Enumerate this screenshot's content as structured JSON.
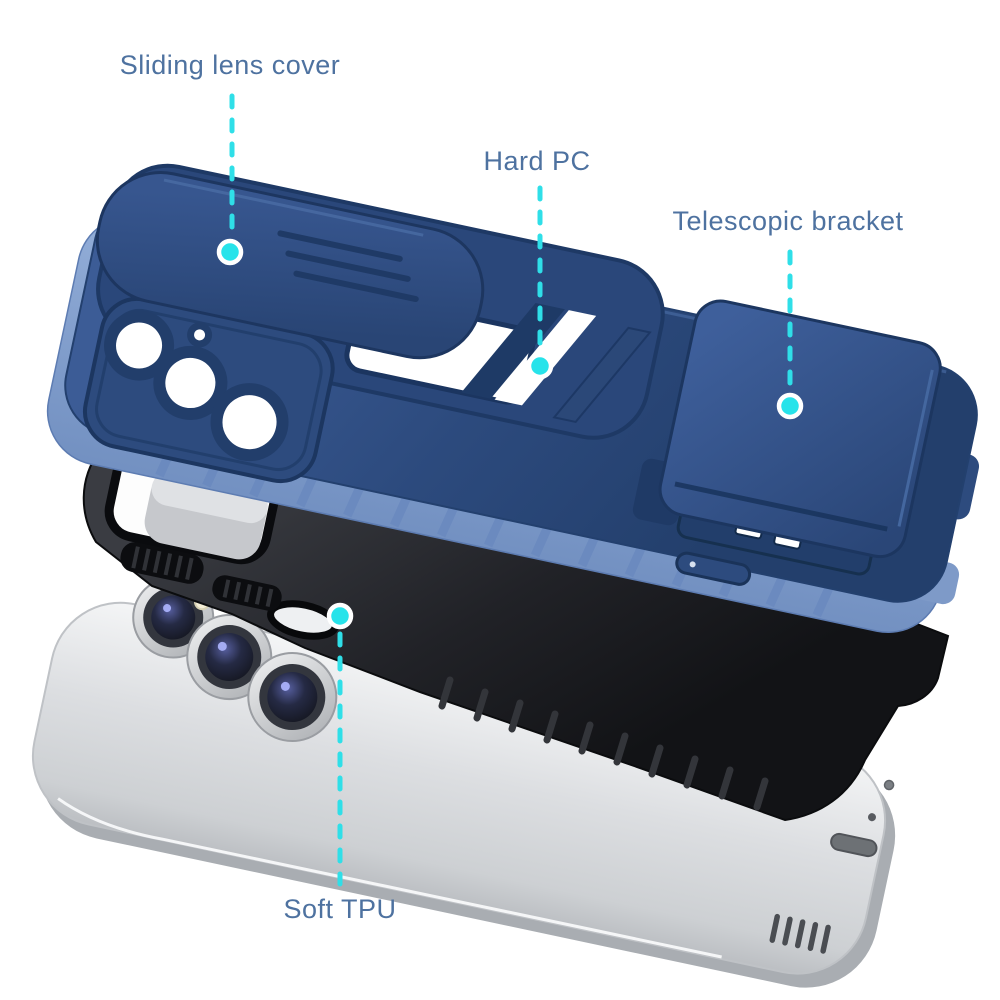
{
  "background_color": "#ffffff",
  "callout_style": {
    "line_color": "#2fdfe8",
    "dot_fill": "#27e3ea",
    "dot_ring": "#ffffff",
    "label_color": "#4e72a0"
  },
  "callouts": [
    {
      "id": "sliding-lens-cover",
      "label": "Sliding lens cover"
    },
    {
      "id": "hard-pc",
      "label": "Hard PC"
    },
    {
      "id": "telescopic-bracket",
      "label": "Telescopic bracket"
    },
    {
      "id": "soft-tpu",
      "label": "Soft TPU"
    }
  ],
  "product_layers": [
    {
      "id": "hard-pc-shell",
      "color": "#2e4c7e",
      "description": "navy hard PC outer shell with sliding lens cover, camera holes and telescopic kickstand bracket"
    },
    {
      "id": "soft-tpu-bumper",
      "color": "#1d1e22",
      "description": "black soft TPU inner bumper with camera cutout, ribbed edges and button covers"
    },
    {
      "id": "smartphone",
      "color": "#d8dade",
      "description": "silver smartphone with triple rear camera, flash, USB-C port and speaker holes"
    }
  ]
}
